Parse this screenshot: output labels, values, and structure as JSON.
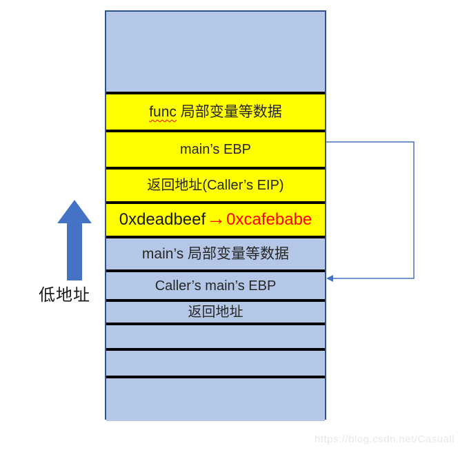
{
  "stack": {
    "func_row": {
      "word": "func",
      "rest": " 局部变量等数据"
    },
    "rows": {
      "main_ebp": "main’s EBP",
      "ret_eip": "返回地址(Caller’s EIP)",
      "main_locals": "main’s 局部变量等数据",
      "caller_ebp": "Caller’s main’s EBP",
      "ret": "返回地址"
    },
    "overwrite": {
      "old": "0xdeadbeef",
      "arrow": "→",
      "new": "0xcafebabe"
    }
  },
  "side": {
    "low_address": "低地址"
  },
  "watermark": "https://blog.csdn.net/Casuall",
  "colors": {
    "cell_yellow": "#FFFF00",
    "cell_blue": "#B4C7E7",
    "accent_blue": "#4472C4",
    "border_blue": "#2F528F",
    "highlight_red": "#FF0000"
  }
}
